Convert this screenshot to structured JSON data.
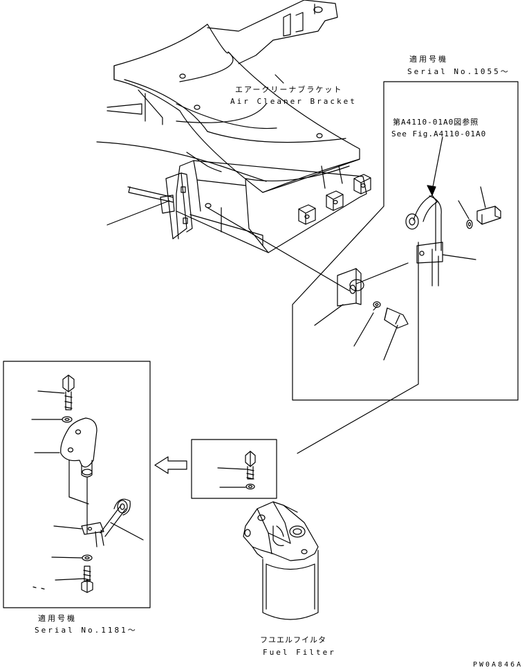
{
  "labels": {
    "air_cleaner_bracket_jp": "エアークリーナブラケット",
    "air_cleaner_bracket_en": "Air Cleaner Bracket",
    "serial_right_jp": "適用号機",
    "serial_right_en": "Serial No.1055～",
    "see_fig_jp": "第A4110-01A0図参照",
    "see_fig_en": "See Fig.A4110-01A0",
    "serial_left_jp": "適用号機",
    "serial_left_en": "Serial No.1181～",
    "fuel_filter_jp": "フユエルフイルタ",
    "fuel_filter_en": "Fuel Filter",
    "drawing_code": "PW0A846A"
  },
  "colors": {
    "line": "#000000",
    "background": "#ffffff"
  }
}
